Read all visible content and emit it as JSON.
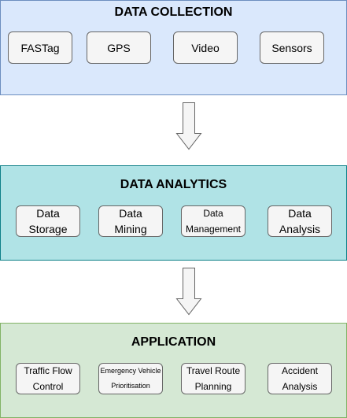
{
  "layers": {
    "collection": {
      "title": "DATA COLLECTION",
      "items": [
        "FASTag",
        "GPS",
        "Video",
        "Sensors"
      ]
    },
    "analytics": {
      "title": "DATA ANALYTICS",
      "items": [
        {
          "line1": "Data",
          "line2": "Storage"
        },
        {
          "line1": "Data",
          "line2": "Mining"
        },
        {
          "line1": "Data",
          "line2": "Management"
        },
        {
          "line1": "Data",
          "line2": "Analysis"
        }
      ]
    },
    "application": {
      "title": "APPLICATION",
      "items": [
        {
          "line1": "Traffic Flow",
          "line2": "Control"
        },
        {
          "line1": "Emergency Vehicle",
          "line2": "Prioritisation"
        },
        {
          "line1": "Travel Route",
          "line2": "Planning"
        },
        {
          "line1": "Accident",
          "line2": "Analysis"
        }
      ]
    }
  },
  "colors": {
    "collection_fill": "#dae8fc",
    "collection_border": "#6c8ebf",
    "analytics_fill": "#b0e3e6",
    "analytics_border": "#0e8088",
    "application_fill": "#d5e8d4",
    "application_border": "#82b366",
    "box_fill": "#f5f5f5",
    "box_border": "#666666"
  },
  "icons": [
    "down-arrow-icon",
    "down-arrow-icon"
  ]
}
